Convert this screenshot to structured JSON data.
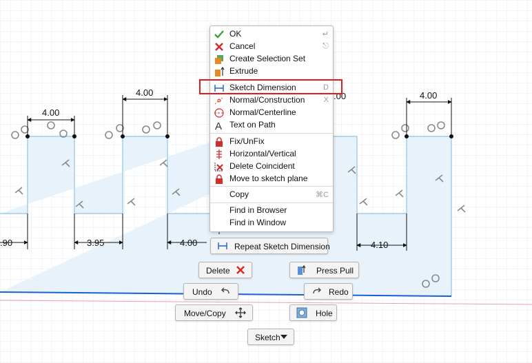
{
  "context_menu": {
    "items": [
      {
        "label": "OK",
        "shortcut": "↵",
        "icon": "check-icon"
      },
      {
        "label": "Cancel",
        "shortcut": "⎋",
        "icon": "cross-icon"
      },
      {
        "label": "Create Selection Set",
        "shortcut": "",
        "icon": "selection-set-icon"
      },
      {
        "label": "Extrude",
        "shortcut": "",
        "icon": "extrude-icon"
      },
      {
        "label": "Sketch Dimension",
        "shortcut": "D",
        "icon": "dimension-icon"
      },
      {
        "label": "Normal/Construction",
        "shortcut": "X",
        "icon": "construction-icon"
      },
      {
        "label": "Normal/Centerline",
        "shortcut": "",
        "icon": "centerline-icon"
      },
      {
        "label": "Text on Path",
        "shortcut": "",
        "icon": "text-icon"
      },
      {
        "label": "Fix/UnFix",
        "shortcut": "",
        "icon": "lock-icon"
      },
      {
        "label": "Horizontal/Vertical",
        "shortcut": "",
        "icon": "horizontal-vertical-icon"
      },
      {
        "label": "Delete Coincident",
        "shortcut": "",
        "icon": "delete-coincident-icon"
      },
      {
        "label": "Move to sketch plane",
        "shortcut": "",
        "icon": "move-to-plane-icon"
      },
      {
        "label": "Copy",
        "shortcut": "⌘C",
        "icon": ""
      },
      {
        "label": "Find in Browser",
        "shortcut": "",
        "icon": ""
      },
      {
        "label": "Find in Window",
        "shortcut": "",
        "icon": ""
      }
    ]
  },
  "marking_menu": {
    "repeat": "Repeat Sketch Dimension",
    "delete": "Delete",
    "press_pull": "Press Pull",
    "undo": "Undo",
    "redo": "Redo",
    "move_copy": "Move/Copy",
    "hole": "Hole",
    "sketch": "Sketch"
  },
  "dimensions": {
    "top1": "4.00",
    "top2": "4.00",
    "top3": ".00",
    "top4": "4.00",
    "bottom_left": ".90",
    "bottom2": "3.95",
    "bottom3": "4.00",
    "bottom4": "4.10"
  },
  "colors": {
    "accent": "#1a5fd6",
    "highlight": "#e01b1b",
    "profile_fill": "#e8f2fb",
    "profile_edge": "#8fc3e4"
  }
}
